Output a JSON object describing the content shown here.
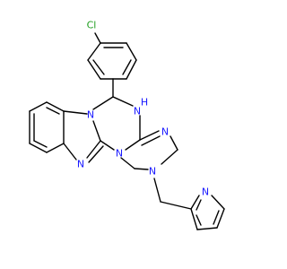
{
  "molecule": {
    "labels": {
      "chlorine": "Cl",
      "nh": "H",
      "n_nh": "N",
      "n_triazine_imine": "N",
      "n_benzimidazole_fused": "N",
      "n_benzimidazole_imine": "N",
      "n_bridgehead": "N",
      "n_ring_amine": "N",
      "n_pyridine": "N"
    },
    "colors": {
      "bond": "#000000",
      "nitrogen": "#1a1aff",
      "chlorine": "#1f9e1f"
    }
  }
}
